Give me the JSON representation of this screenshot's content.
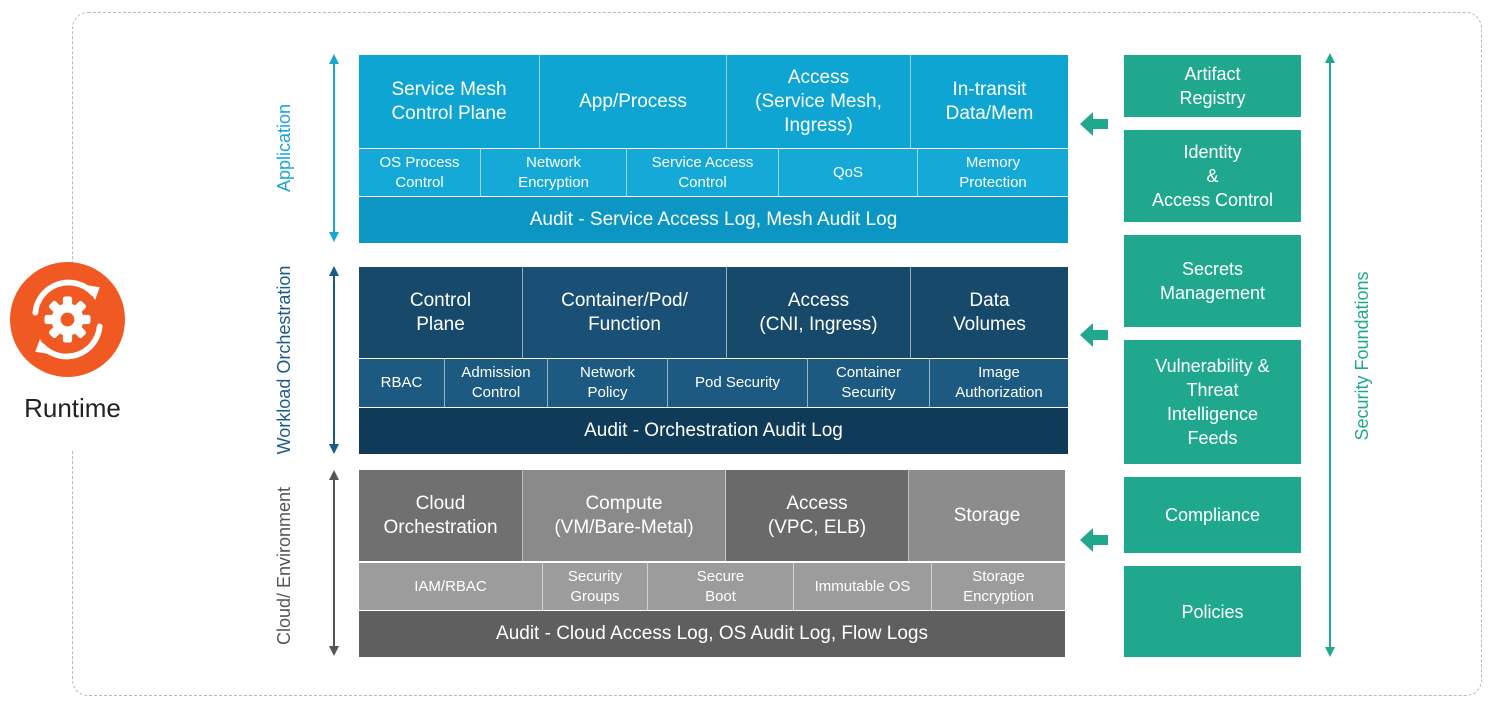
{
  "runtime": {
    "label": "Runtime",
    "icon": "gear-refresh-icon",
    "accent": "#f05a22"
  },
  "layers": [
    {
      "name": "Application",
      "color_top": "#0ea5d3",
      "color_mid": "#14a9d6",
      "color_audit": "#0c96c4",
      "label_color": "#1aa6d4",
      "top": [
        "Service Mesh\nControl Plane",
        "App/Process",
        "Access\n(Service Mesh,\nIngress)",
        "In-transit\nData/Mem"
      ],
      "mid": [
        "OS Process\nControl",
        "Network\nEncryption",
        "Service Access\nControl",
        "QoS",
        "Memory\nProtection"
      ],
      "audit": "Audit - Service Access Log, Mesh Audit Log"
    },
    {
      "name": "Workload\nOrchestration",
      "color_top": "#17496b",
      "color_mid": "#1d5a82",
      "color_audit": "#0f3a58",
      "label_color": "#1b5b86",
      "top": [
        "Control\nPlane",
        "Container/Pod/\nFunction",
        "Access\n(CNI, Ingress)",
        "Data\nVolumes"
      ],
      "mid": [
        "RBAC",
        "Admission\nControl",
        "Network\nPolicy",
        "Pod Security",
        "Container\nSecurity",
        "Image\nAuthorization"
      ],
      "audit": "Audit - Orchestration Audit Log"
    },
    {
      "name": "Cloud/\nEnvironment",
      "color_top": "#6f6f6f",
      "color_mid": "#9a9a9a",
      "color_audit": "#5f5f5f",
      "label_color": "#555555",
      "top": [
        "Cloud\nOrchestration",
        "Compute\n(VM/Bare-Metal)",
        "Access\n(VPC, ELB)",
        "Storage"
      ],
      "mid": [
        "IAM/RBAC",
        "Security\nGroups",
        "Secure\nBoot",
        "Immutable OS",
        "Storage\nEncryption"
      ],
      "audit": "Audit - Cloud Access Log, OS Audit Log, Flow Logs"
    }
  ],
  "foundations": {
    "label": "Security Foundations",
    "color": "#1fa88e",
    "items": [
      "Artifact\nRegistry",
      "Identity\n&\nAccess Control",
      "Secrets\nManagement",
      "Vulnerability &\nThreat\nIntelligence\nFeeds",
      "Compliance",
      "Policies"
    ]
  }
}
